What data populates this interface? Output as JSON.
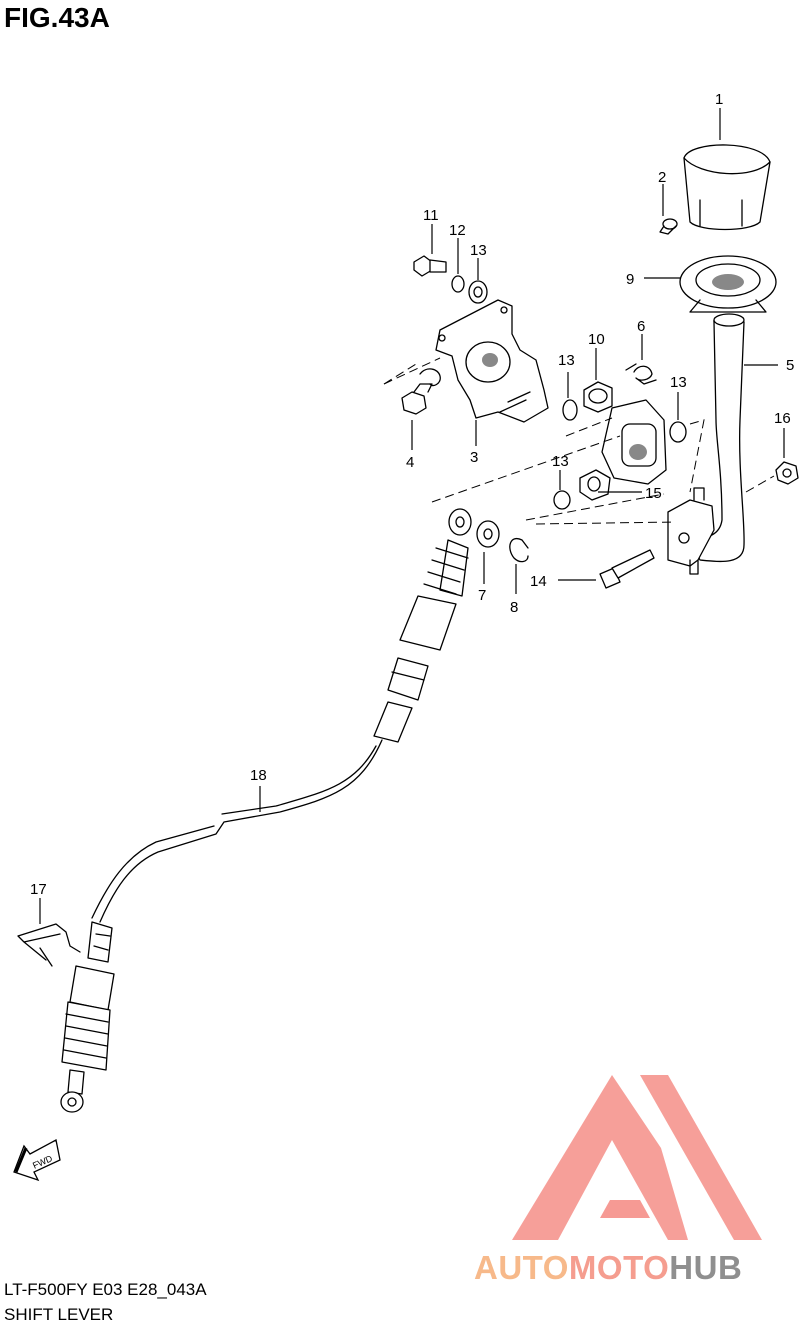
{
  "figure": {
    "title": "FIG.43A",
    "model_code": "LT-F500FY E03 E28_043A",
    "section_name": "SHIFT LEVER"
  },
  "callouts": [
    "1",
    "2",
    "9",
    "5",
    "11",
    "12",
    "13",
    "10",
    "6",
    "13",
    "4",
    "3",
    "13",
    "16",
    "13",
    "15",
    "7",
    "8",
    "14",
    "18",
    "17"
  ],
  "fwd_label": "FWD",
  "logo": {
    "seg1": "AUTO",
    "seg2": "MOTO",
    "seg3": "HUB",
    "colors": {
      "triangle": "#f69a94",
      "auto": "#f7b98a",
      "moto": "#f59d8f",
      "hub": "#8f8f8f"
    }
  }
}
